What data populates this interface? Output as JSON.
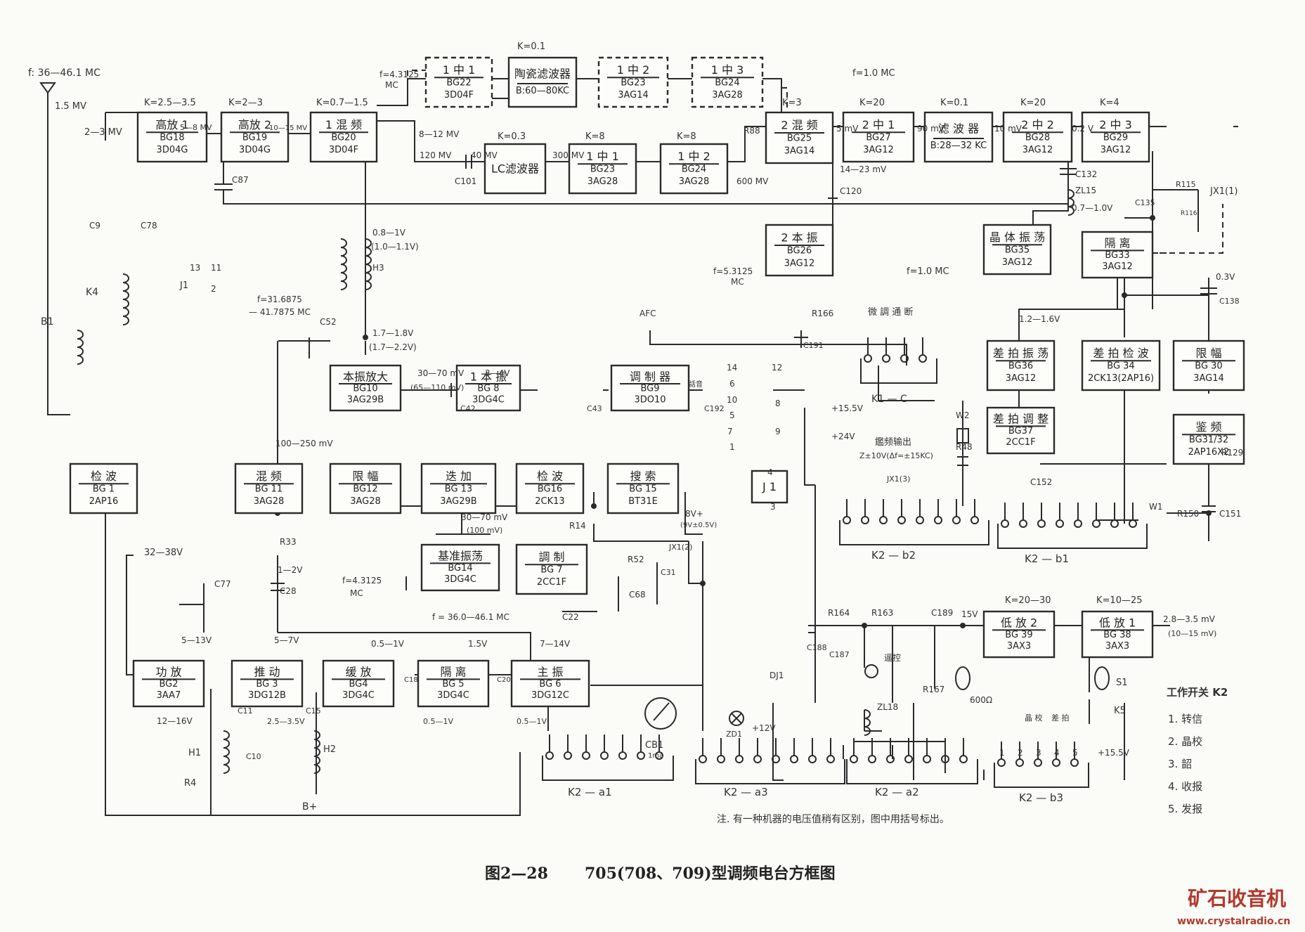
{
  "caption": {
    "number": "图2—28",
    "title": "705(708、709)型调频电台方框图"
  },
  "watermark": {
    "brand": "矿石收音机",
    "url": "www.crystalradio.cn",
    "color": "#b03a2e"
  },
  "note": "注. 有一种机器的电压值稍有区别，图中用括号标出。",
  "switch_legend": {
    "title": "工作开关 K2",
    "items": [
      "1. 转信",
      "2. 晶校",
      "3. 韶",
      "4. 收报",
      "5. 发报"
    ]
  },
  "blocks": [
    {
      "id": "hf1",
      "name": "高放 1",
      "part": "BG18",
      "type": "3D04G"
    },
    {
      "id": "hf2",
      "name": "高放 2",
      "part": "BG19",
      "type": "3D04G"
    },
    {
      "id": "mix1",
      "name": "1 混 频",
      "part": "BG20",
      "type": "3D04F"
    },
    {
      "id": "if1a",
      "name": "1 中 1",
      "part": "BG22",
      "type": "3D04F"
    },
    {
      "id": "cerf",
      "name": "陶瓷滤波器",
      "part": "",
      "type": "B:60—80KC"
    },
    {
      "id": "if1b",
      "name": "1 中 2",
      "part": "BG23",
      "type": "3AG14"
    },
    {
      "id": "if1c",
      "name": "1 中 3",
      "part": "BG24",
      "type": "3AG28"
    },
    {
      "id": "lcf",
      "name": "LC滤波器",
      "part": "",
      "type": ""
    },
    {
      "id": "if1d",
      "name": "1 中 1",
      "part": "BG23",
      "type": "3AG28"
    },
    {
      "id": "if1e",
      "name": "1 中 2",
      "part": "BG24",
      "type": "3AG28"
    },
    {
      "id": "mix2",
      "name": "2 混 频",
      "part": "BG25",
      "type": "3AG14"
    },
    {
      "id": "if2a",
      "name": "2 中 1",
      "part": "BG27",
      "type": "3AG12"
    },
    {
      "id": "filt",
      "name": "滤 波 器",
      "part": "",
      "type": "B:28—32 KC"
    },
    {
      "id": "if2b",
      "name": "2 中 2",
      "part": "BG28",
      "type": "3AG12"
    },
    {
      "id": "if2c",
      "name": "2 中 3",
      "part": "BG29",
      "type": "3AG12"
    },
    {
      "id": "lo2",
      "name": "2 本 振",
      "part": "BG26",
      "type": "3AG12"
    },
    {
      "id": "xtal",
      "name": "晶 体 振 荡",
      "part": "BG35",
      "type": "3AG12"
    },
    {
      "id": "iso1",
      "name": "隔 离",
      "part": "BG33",
      "type": "3AG12"
    },
    {
      "id": "loamp",
      "name": "本振放大",
      "part": "BG10",
      "type": "3AG29B"
    },
    {
      "id": "lo1",
      "name": "1 本 振",
      "part": "BG 8",
      "type": "3DG4C"
    },
    {
      "id": "mod",
      "name": "调 制 器",
      "part": "BG9",
      "type": "3DO10"
    },
    {
      "id": "bfo",
      "name": "差 拍 振 荡",
      "part": "BG36",
      "type": "3AG12"
    },
    {
      "id": "bdet",
      "name": "差 拍 检 波",
      "part": "BG 34",
      "type": "2CK13(2AP16)"
    },
    {
      "id": "lim1",
      "name": "限 幅",
      "part": "BG 30",
      "type": "3AG14"
    },
    {
      "id": "badj",
      "name": "差 拍 调 整",
      "part": "BG37",
      "type": "2CC1F"
    },
    {
      "id": "disc",
      "name": "鉴 频",
      "part": "BG31/32",
      "type": "2AP16X2"
    },
    {
      "id": "det1",
      "name": "检 波",
      "part": "BG 1",
      "type": "2AP16"
    },
    {
      "id": "mix3",
      "name": "混 频",
      "part": "BG 11",
      "type": "3AG28"
    },
    {
      "id": "lim2",
      "name": "限 幅",
      "part": "BG12",
      "type": "3AG28"
    },
    {
      "id": "add",
      "name": "迭 加",
      "part": "BG 13",
      "type": "3AG29B"
    },
    {
      "id": "det2",
      "name": "检 波",
      "part": "BG16",
      "type": "2CK13"
    },
    {
      "id": "srch",
      "name": "搜 索",
      "part": "BG 15",
      "type": "BT31E"
    },
    {
      "id": "refosc",
      "name": "基准振荡",
      "part": "BG14",
      "type": "3DG4C"
    },
    {
      "id": "modc",
      "name": "調 制",
      "part": "BG 7",
      "type": "2CC1F"
    },
    {
      "id": "pa",
      "name": "功 放",
      "part": "BG2",
      "type": "3AA7"
    },
    {
      "id": "drv",
      "name": "推 动",
      "part": "BG 3",
      "type": "3DG12B"
    },
    {
      "id": "buf",
      "name": "缓 放",
      "part": "BG4",
      "type": "3DG4C"
    },
    {
      "id": "iso2",
      "name": "隔 离",
      "part": "BG 5",
      "type": "3DG4C"
    },
    {
      "id": "mosc",
      "name": "主 振",
      "part": "BG 6",
      "type": "3DG12C"
    },
    {
      "id": "j1",
      "name": "J 1",
      "part": "",
      "type": ""
    },
    {
      "id": "af2",
      "name": "低 放 2",
      "part": "BG 39",
      "type": "3AX3"
    },
    {
      "id": "af1",
      "name": "低 放 1",
      "part": "BG 38",
      "type": "3AX3"
    }
  ],
  "labels": [
    {
      "id": "fin",
      "text": "f: 36—46.1 MC"
    },
    {
      "id": "v15",
      "text": "1.5 MV"
    },
    {
      "id": "v23",
      "text": "2—3 MV"
    },
    {
      "id": "k1",
      "text": "K=2.5—3.5"
    },
    {
      "id": "v58",
      "text": "5—8 MV"
    },
    {
      "id": "k2",
      "text": "K=2—3"
    },
    {
      "id": "v1015",
      "text": "10—15 MV"
    },
    {
      "id": "k3",
      "text": "K=0.7—1.5"
    },
    {
      "id": "f43",
      "text": "f=4.3125"
    },
    {
      "id": "mc1",
      "text": "MC"
    },
    {
      "id": "r812",
      "text": "8—12 MV"
    },
    {
      "id": "k01",
      "text": "K=0.1"
    },
    {
      "id": "f10",
      "text": "f=1.0 MC"
    },
    {
      "id": "k03",
      "text": "K=0.3"
    },
    {
      "id": "k8a",
      "text": "K=8"
    },
    {
      "id": "k8b",
      "text": "K=8"
    },
    {
      "id": "v120",
      "text": "120 MV"
    },
    {
      "id": "v40",
      "text": "40 MV"
    },
    {
      "id": "v300",
      "text": "300 MV"
    },
    {
      "id": "v600",
      "text": "600 MV"
    },
    {
      "id": "r88",
      "text": "R88"
    },
    {
      "id": "k3b",
      "text": "K=3"
    },
    {
      "id": "k20a",
      "text": "K=20"
    },
    {
      "id": "k01b",
      "text": "K=0.1"
    },
    {
      "id": "k20b",
      "text": "K=20"
    },
    {
      "id": "k4",
      "text": "K=4"
    },
    {
      "id": "v5",
      "text": "5 mV"
    },
    {
      "id": "v90",
      "text": "90 mV"
    },
    {
      "id": "v10",
      "text": "10 mV"
    },
    {
      "id": "v02",
      "text": "0.2 V"
    },
    {
      "id": "v1423",
      "text": "14—23 mV"
    },
    {
      "id": "c120",
      "text": "C120"
    },
    {
      "id": "c87",
      "text": "C87"
    },
    {
      "id": "c101",
      "text": "C101"
    },
    {
      "id": "c132",
      "text": "C132"
    },
    {
      "id": "zl15",
      "text": "ZL15"
    },
    {
      "id": "v0710",
      "text": "0.7—1.0V"
    },
    {
      "id": "c135",
      "text": "C135"
    },
    {
      "id": "r115",
      "text": "R115"
    },
    {
      "id": "r116",
      "text": "R116"
    },
    {
      "id": "jx1",
      "text": "JX1(1)"
    },
    {
      "id": "c9",
      "text": "C9"
    },
    {
      "id": "c78",
      "text": "C78"
    },
    {
      "id": "k4s",
      "text": "K4"
    },
    {
      "id": "b1",
      "text": "B1"
    },
    {
      "id": "j1l",
      "text": "J1"
    },
    {
      "id": "n13",
      "text": "13"
    },
    {
      "id": "n11",
      "text": "11"
    },
    {
      "id": "n2",
      "text": "2"
    },
    {
      "id": "v081",
      "text": "0.8—1V"
    },
    {
      "id": "v1011",
      "text": "(1.0—1.1V)"
    },
    {
      "id": "h3",
      "text": "H3"
    },
    {
      "id": "f53",
      "text": "f=5.3125"
    },
    {
      "id": "mc2",
      "text": "MC"
    },
    {
      "id": "f10b",
      "text": "f=1.0 MC"
    },
    {
      "id": "v03",
      "text": "0.3V"
    },
    {
      "id": "c138",
      "text": "C138"
    },
    {
      "id": "f31",
      "text": "f=31.6875"
    },
    {
      "id": "f41",
      "text": "— 41.7875 MC"
    },
    {
      "id": "c52",
      "text": "C52"
    },
    {
      "id": "v1718",
      "text": "1.7—1.8V"
    },
    {
      "id": "v1722",
      "text": "(1.7—2.2V)"
    },
    {
      "id": "afc",
      "text": "AFC"
    },
    {
      "id": "r166",
      "text": "R166"
    },
    {
      "id": "c191",
      "text": "C191"
    },
    {
      "id": "wtd",
      "text": "微 調 通 断"
    },
    {
      "id": "v3070",
      "text": "30—70 mV"
    },
    {
      "id": "v65",
      "text": "(65—110 mV)"
    },
    {
      "id": "v34",
      "text": "3—4V"
    },
    {
      "id": "c42",
      "text": "C42"
    },
    {
      "id": "c43",
      "text": "C43"
    },
    {
      "id": "yin",
      "text": "話音"
    },
    {
      "id": "c192",
      "text": "C192"
    },
    {
      "id": "v1216",
      "text": "1.2—1.6V"
    },
    {
      "id": "k1c",
      "text": "K1 — C"
    },
    {
      "id": "p155a",
      "text": "+15.5V"
    },
    {
      "id": "p24",
      "text": "+24V"
    },
    {
      "id": "w2",
      "text": "W2"
    },
    {
      "id": "r48",
      "text": "R48"
    },
    {
      "id": "v100250",
      "text": "100—250 mV"
    },
    {
      "id": "jpout",
      "text": "鑑频输出"
    },
    {
      "id": "zout",
      "text": "Z±10V(Δf=±15KC)"
    },
    {
      "id": "jx3",
      "text": "JX1(3)"
    },
    {
      "id": "r129",
      "text": "R129"
    },
    {
      "id": "c152",
      "text": "C152"
    },
    {
      "id": "w1",
      "text": "W1"
    },
    {
      "id": "r150",
      "text": "R150"
    },
    {
      "id": "c151",
      "text": "C151"
    },
    {
      "id": "k2b2",
      "text": "K2 — b2"
    },
    {
      "id": "k2b1",
      "text": "K2 — b1"
    },
    {
      "id": "v3070b",
      "text": "30—70 mV"
    },
    {
      "id": "v100",
      "text": "(100 mV)"
    },
    {
      "id": "r14",
      "text": "R14"
    },
    {
      "id": "v8",
      "text": "8V+"
    },
    {
      "id": "v85",
      "text": "(9V±0.5V)"
    },
    {
      "id": "jx2",
      "text": "JX1(2)"
    },
    {
      "id": "r52",
      "text": "R52"
    },
    {
      "id": "c31",
      "text": "C31"
    },
    {
      "id": "c68",
      "text": "C68"
    },
    {
      "id": "r33",
      "text": "R33"
    },
    {
      "id": "v12",
      "text": "1—2V"
    },
    {
      "id": "c28",
      "text": "C28"
    },
    {
      "id": "f43b",
      "text": "f=4.3125"
    },
    {
      "id": "mc3",
      "text": "MC"
    },
    {
      "id": "fband",
      "text": "f = 36.0—46.1 MC"
    },
    {
      "id": "c22",
      "text": "C22"
    },
    {
      "id": "v714",
      "text": "7—14V"
    },
    {
      "id": "v3238",
      "text": "32—38V"
    },
    {
      "id": "c77",
      "text": "C77"
    },
    {
      "id": "v513",
      "text": "5—13V"
    },
    {
      "id": "v57",
      "text": "5—7V"
    },
    {
      "id": "v051",
      "text": "0.5—1V"
    },
    {
      "id": "v15b",
      "text": "1.5V"
    },
    {
      "id": "c11",
      "text": "C11"
    },
    {
      "id": "c15",
      "text": "C15"
    },
    {
      "id": "c18",
      "text": "C18"
    },
    {
      "id": "c20",
      "text": "C20"
    },
    {
      "id": "v1216b",
      "text": "12—16V"
    },
    {
      "id": "v2535",
      "text": "2.5—3.5V"
    },
    {
      "id": "v051b",
      "text": "0.5—1V"
    },
    {
      "id": "v051c",
      "text": "0.5—1V"
    },
    {
      "id": "h1",
      "text": "H1"
    },
    {
      "id": "h2",
      "text": "H2"
    },
    {
      "id": "c10",
      "text": "C10"
    },
    {
      "id": "r4",
      "text": "R4"
    },
    {
      "id": "bp",
      "text": "B+"
    },
    {
      "id": "cb1",
      "text": "CB1"
    },
    {
      "id": "ma",
      "text": "1ma"
    },
    {
      "id": "dj1",
      "text": "DJ1"
    },
    {
      "id": "zd1",
      "text": "ZD1"
    },
    {
      "id": "p12",
      "text": "+12V"
    },
    {
      "id": "k2a1",
      "text": "K2 — a1"
    },
    {
      "id": "k2a3",
      "text": "K2 — a3"
    },
    {
      "id": "k2a2",
      "text": "K2 — a2"
    },
    {
      "id": "k2b3",
      "text": "K2 — b3"
    },
    {
      "id": "r164",
      "text": "R164"
    },
    {
      "id": "r163",
      "text": "R163"
    },
    {
      "id": "c189",
      "text": "C189"
    },
    {
      "id": "c188",
      "text": "C188"
    },
    {
      "id": "c187",
      "text": "C187"
    },
    {
      "id": "v15c",
      "text": "15V"
    },
    {
      "id": "yk",
      "text": "遥控"
    },
    {
      "id": "r167",
      "text": "R167"
    },
    {
      "id": "zl18",
      "text": "ZL18"
    },
    {
      "id": "o600",
      "text": "600Ω"
    },
    {
      "id": "k2030",
      "text": "K=20—30"
    },
    {
      "id": "k1025",
      "text": "K=10—25"
    },
    {
      "id": "v2835",
      "text": "2.8—3.5 mV"
    },
    {
      "id": "v1015b",
      "text": "(10—15 mV)"
    },
    {
      "id": "s1",
      "text": "S1"
    },
    {
      "id": "k5",
      "text": "K5"
    },
    {
      "id": "jx",
      "text": "晶 校"
    },
    {
      "id": "cp",
      "text": "差 拍"
    },
    {
      "id": "p155b",
      "text": "+15.5V"
    },
    {
      "id": "n14",
      "text": "14"
    },
    {
      "id": "n12",
      "text": "12"
    },
    {
      "id": "n6",
      "text": "6"
    },
    {
      "id": "n10",
      "text": "10"
    },
    {
      "id": "n8",
      "text": "8"
    },
    {
      "id": "n5",
      "text": "5"
    },
    {
      "id": "n7",
      "text": "7"
    },
    {
      "id": "n9",
      "text": "9"
    },
    {
      "id": "n1",
      "text": "1"
    },
    {
      "id": "n4",
      "text": "4"
    },
    {
      "id": "n3",
      "text": "3"
    },
    {
      "id": "b3n1",
      "text": "1"
    },
    {
      "id": "b3n2",
      "text": "2"
    },
    {
      "id": "b3n3",
      "text": "3"
    },
    {
      "id": "b3n4",
      "text": "4"
    },
    {
      "id": "b3n5",
      "text": "5"
    }
  ]
}
